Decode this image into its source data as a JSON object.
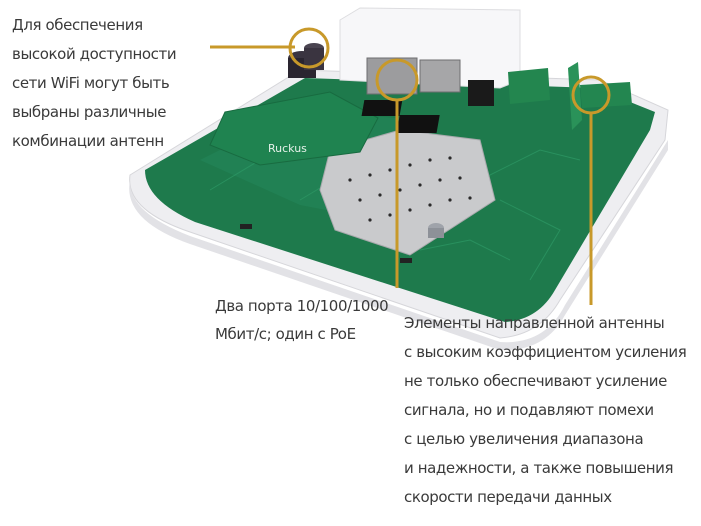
{
  "colors": {
    "accent": "#C8992A",
    "text": "#3A3A3A",
    "pcb": "#1E7A4C",
    "pcb_dark": "#155C38",
    "housing": "#F2F2F4",
    "shield": "#C9CACC"
  },
  "callouts": [
    {
      "id": "antenna-combinations",
      "lines": [
        "Для обеспечения",
        "высокой доступности",
        "сети WiFi могут быть",
        "выбраны различные",
        "комбинации антенн"
      ]
    },
    {
      "id": "ethernet-ports",
      "lines": [
        "Два порта 10/100/1000",
        "Мбит/с; один с PoE"
      ]
    },
    {
      "id": "directional-antenna",
      "lines": [
        "Элементы направленной антенны",
        "с высоким коэффициентом усиления",
        "не только обеспечивают усиление",
        "сигнала, но и подавляют помехи",
        "с целью увеличения диапазона",
        "и надежности, а также повышения",
        "скорости передачи данных"
      ]
    }
  ],
  "device": {
    "brand_label": "Ruckus"
  }
}
